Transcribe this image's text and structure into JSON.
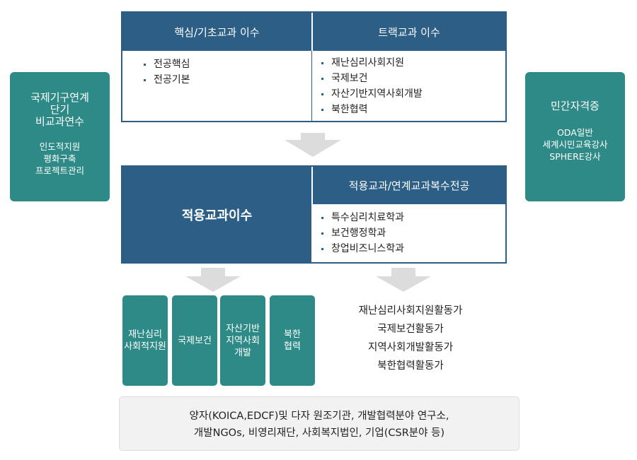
{
  "left_box": {
    "title": "국제기구연계\n단기\n비교과연수",
    "items": [
      "인도적지원",
      "평화구축",
      "프로젝트관리"
    ]
  },
  "right_box": {
    "title": "민간자격증",
    "items": [
      "ODA일반",
      "세계시민교육강사",
      "SPHERE강사"
    ]
  },
  "top_panel": {
    "left_header": "핵심/기초교과 이수",
    "left_items": [
      "전공핵심",
      "전공기본"
    ],
    "right_header": "트랙교과 이수",
    "right_items": [
      "재난심리사회지원",
      "국제보건",
      "자산기반지역사회개발",
      "북한협력"
    ]
  },
  "middle_panel": {
    "left_title": "적용교과이수",
    "right_header": "적용교과/연계교과복수전공",
    "right_items": [
      "특수심리치료학과",
      "보건행정학과",
      "창업비즈니스학과"
    ]
  },
  "activity_boxes": [
    "재난심리\n사회적지원",
    "국제보건",
    "자산기반\n지역사회\n개발",
    "북한\n협력"
  ],
  "activity_list": [
    "재난심리사회지원활동가",
    "국제보건활동가",
    "지역사회개발활동가",
    "북한협력활동가"
  ],
  "bottom": {
    "line1": "양자(KOICA,EDCF)및 다자 원조기관, 개발협력분야 연구소,",
    "line2": "개발NGOs, 비영리재단, 사회복지법인, 기업(CSR분야 등)"
  },
  "colors": {
    "navy": "#2d5f86",
    "teal": "#2e8a86",
    "arrow": "#dcdcdc",
    "bottom_bg": "#f2f2f2"
  }
}
